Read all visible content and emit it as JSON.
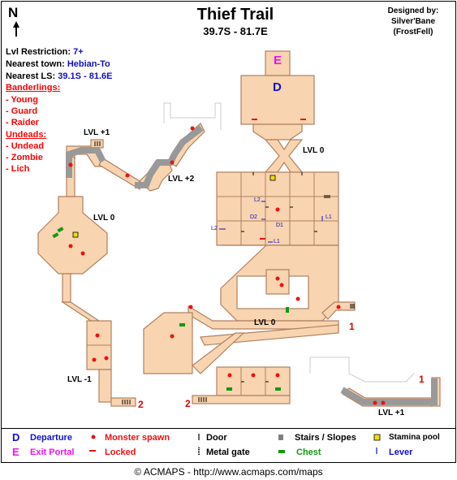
{
  "header": {
    "compass": "N",
    "title": "Thief Trail",
    "coords": "39.7S - 81.7E",
    "designed_by_label": "Designed by:",
    "designer": "Silver'Bane",
    "designer_group": "(FrostFell)"
  },
  "info": {
    "lvl_label": "Lvl Restriction:",
    "lvl_value": "7+",
    "town_label": "Nearest town:",
    "town_value": "Hebian-To",
    "ls_label": "Nearest LS:",
    "ls_value": "39.1S - 81.6E"
  },
  "banderlings": {
    "title": "Banderlings:",
    "items": [
      "- Young",
      "- Guard",
      "- Raider"
    ]
  },
  "undeads": {
    "title": "Undeads:",
    "items": [
      "- Undead",
      "- Zombie",
      "- Lich"
    ]
  },
  "map_labels": {
    "lvl_plus1_top": "LVL +1",
    "lvl_plus2": "LVL +2",
    "lvl_0_left": "LVL 0",
    "lvl_0_right": "LVL 0",
    "lvl_0_lower": "LVL 0",
    "lvl_minus1": "LVL -1",
    "lvl_plus1_bottom": "LVL +1",
    "portal_e": "E",
    "departure_d": "D",
    "link_1_right": "1",
    "link_1_lower": "1",
    "link_2_left": "2",
    "link_2_right": "2",
    "lever_l1": "L1",
    "lever_l2_a": "L2",
    "lever_l2_b": "L2",
    "door_d1": "D1",
    "door_d2": "D2",
    "lever_l1_b": "L1"
  },
  "legend": {
    "departure_sym": "D",
    "departure": "Departure",
    "exit_sym": "E",
    "exit": "Exit Portal",
    "spawn": "Monster spawn",
    "locked": "Locked",
    "door": "Door",
    "metal_gate": "Metal gate",
    "stairs": "Stairs / Slopes",
    "chest": "Chest",
    "stamina": "Stamina pool",
    "lever": "Lever"
  },
  "colors": {
    "floor": "#f8d4b0",
    "wall": "#b08060",
    "spawn": "#ee1111",
    "chest": "#119911",
    "stamina": "#f0e000",
    "departure": "#1111cc",
    "exit": "#ee11ee",
    "stairs_gray": "#999999"
  },
  "footer": "© ACMAPS - http://www.acmaps.com/maps"
}
